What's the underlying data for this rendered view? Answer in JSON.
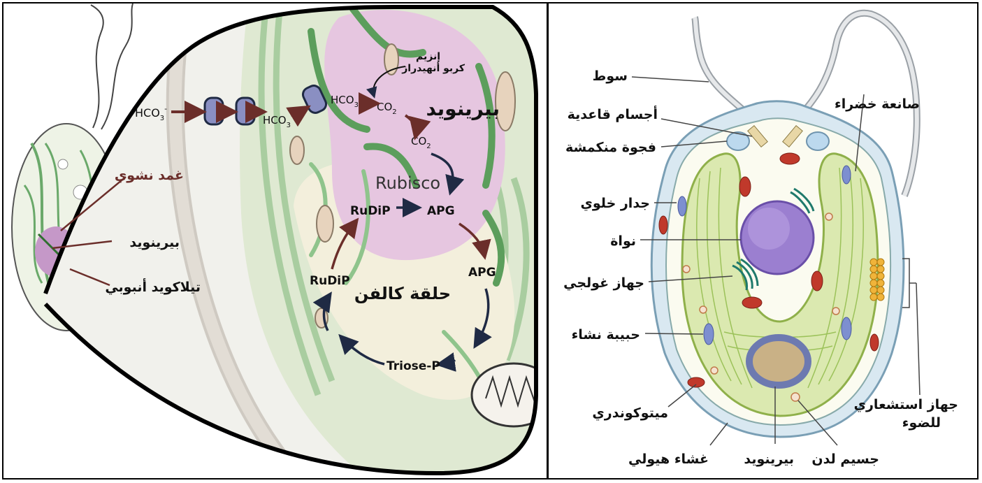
{
  "left_diagram": {
    "labels": {
      "pyrenoid_top": "بيرينويد",
      "calvin_cycle": "حلقة كالفن",
      "enzyme_line1": "إنزيم",
      "enzyme_line2": "كربو أنهيدراز",
      "starch_sheath": "غمد نشوي",
      "pyrenoid_small": "بيرينويد",
      "tubular_thylakoid": "تيلاكويد أنبوبي"
    },
    "chem": {
      "hco3_outer": "HCO",
      "hco3_mid": "HCO",
      "hco3_inner": "HCO",
      "hco3_sub": "3",
      "hco3_sup": "-",
      "co2_a": "CO",
      "co2_b": "CO",
      "co2_sub": "2",
      "rubisco": "Rubisco",
      "rudip_top": "RuDiP",
      "apg_top": "APG",
      "apg_right": "APG",
      "rudip_left": "RuDiP",
      "triose": "Triose-P"
    }
  },
  "right_diagram": {
    "labels": {
      "flagellum": "سوط",
      "basal_bodies": "أجسام قاعدية",
      "contractile_vacuole": "فجوة منكمشة",
      "cell_wall": "جدار خلوي",
      "nucleus": "نواة",
      "golgi": "جهاز غولجي",
      "starch_grain": "حبيبة نشاء",
      "mitochondria": "ميتوكوندري",
      "plasma_membrane": "غشاء هيولي",
      "pyrenoid": "بيرينويد",
      "lipid_body": "جسيم لدن",
      "chloroplast": "صانعة خضراء",
      "eyespot_line1": "جهاز استشعاري",
      "eyespot_line2": "للضوء"
    }
  },
  "colors": {
    "pyrenoid_pink": "#e6c6e0",
    "thylakoid_green": "#6aa96a",
    "stroma_cream": "#f3efdc",
    "arrow_brown": "#6b2e2a",
    "arrow_navy": "#1f2a44",
    "nucleus_purple": "#9b7fd0",
    "cytoplasm_green": "#dbe9b0"
  }
}
